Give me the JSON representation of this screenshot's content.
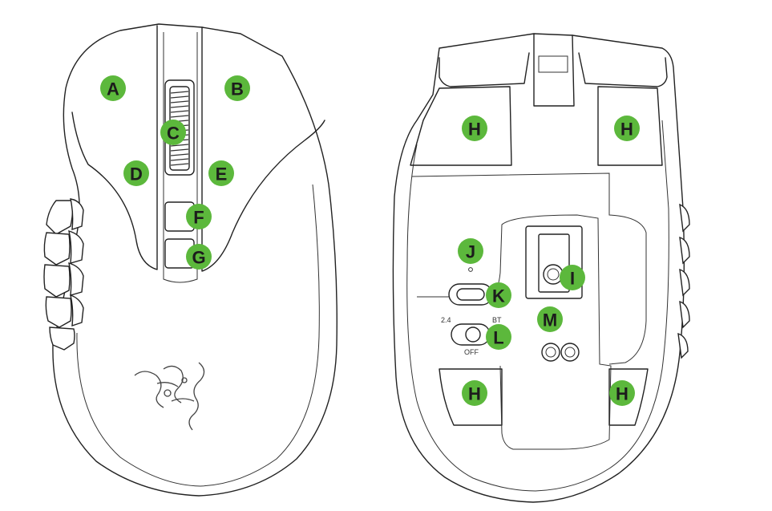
{
  "colors": {
    "callout_fill": "#5cb83c",
    "outline": "#222222"
  },
  "icons": {
    "brand_logo": "razer-triple-snake-logo"
  },
  "top_view": {
    "callouts": {
      "A": "A",
      "B": "B",
      "C": "C",
      "D": "D",
      "E": "E",
      "F": "F",
      "G": "G"
    }
  },
  "bottom_view": {
    "callouts": {
      "H1": "H",
      "H2": "H",
      "H3": "H",
      "H4": "H",
      "I": "I",
      "J": "J",
      "K": "K",
      "L": "L",
      "M": "M"
    },
    "switch_labels": {
      "left": "2.4",
      "right": "BT",
      "bottom": "OFF"
    }
  }
}
